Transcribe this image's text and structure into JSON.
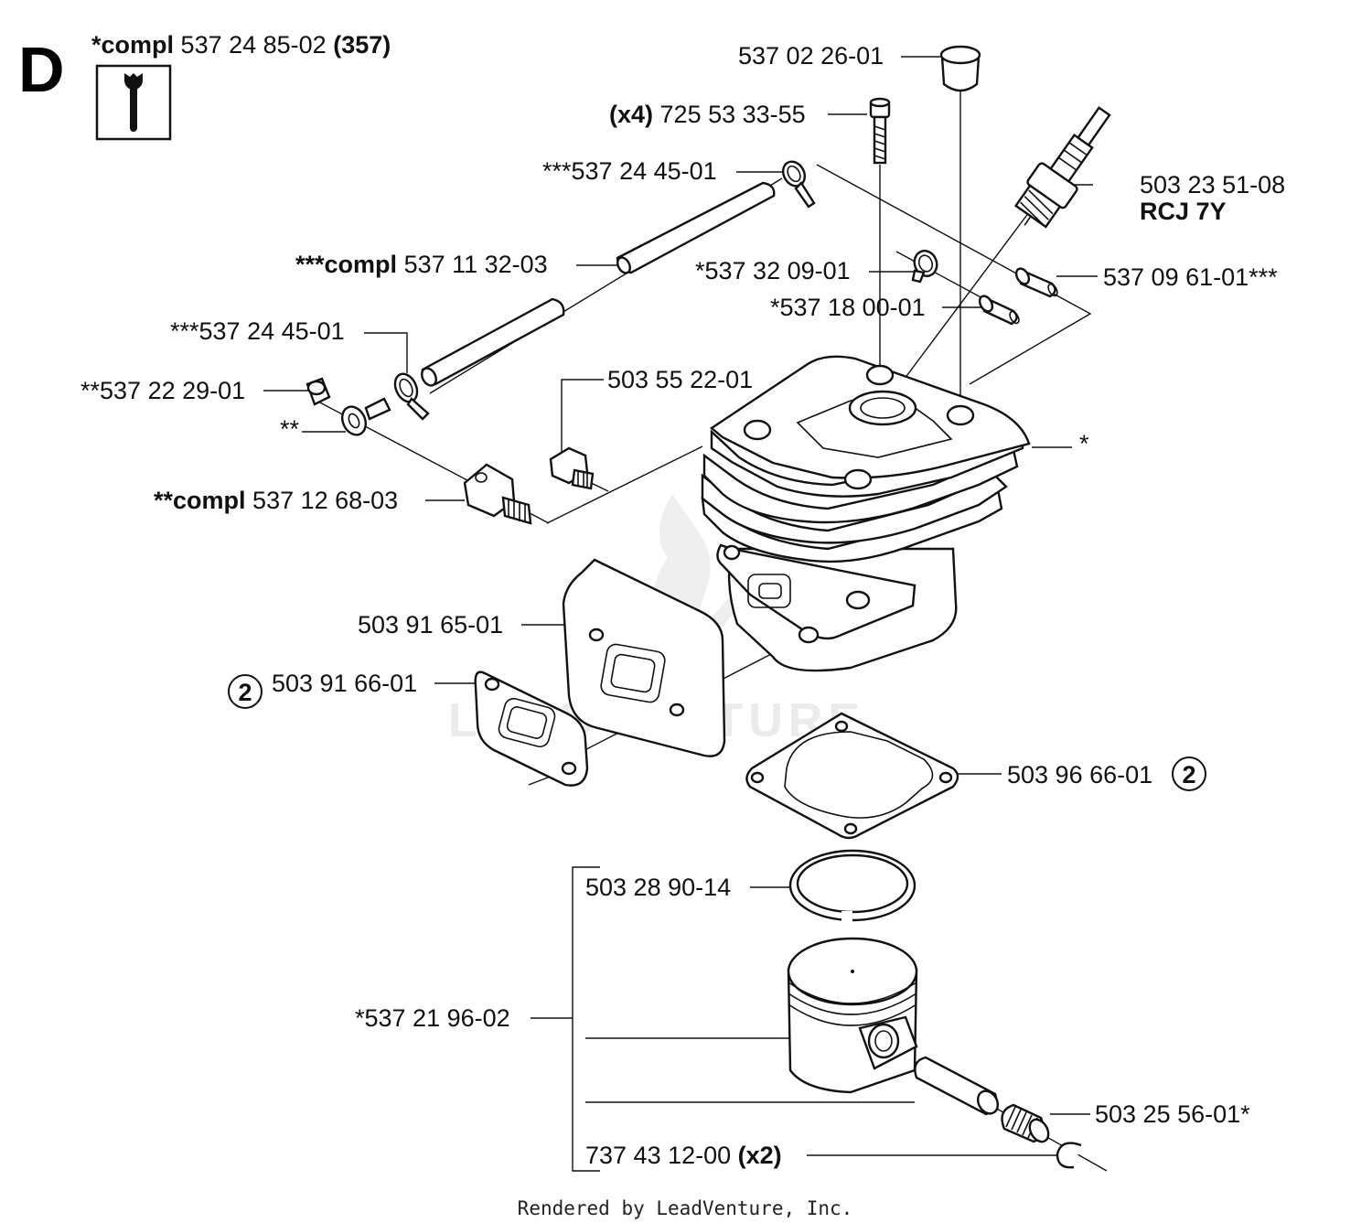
{
  "section_letter": "D",
  "header": {
    "prefix": "*compl",
    "number": "537 24 85-02",
    "suffix": "(357)"
  },
  "tool_icon": "wrench-icon",
  "labels": {
    "cap": "537 02 26-01",
    "screw_qty": "(x4)",
    "screw": "725 53 33-55",
    "clamp_top": "***537 24 45-01",
    "spark_plug": "503 23 51-08",
    "spark_plug_type": "RCJ 7Y",
    "hose_prefix": "***compl",
    "hose": "537 11 32-03",
    "clip_small": "*537 32 09-01",
    "sleeve_right": "537 09 61-01***",
    "sleeve_small": "*537 18 00-01",
    "clamp_mid": "***537 24 45-01",
    "valve": "503 55 22-01",
    "nipple": "**537 22 29-01",
    "washer": "**",
    "cylinder": "*",
    "fitting_prefix": "**compl",
    "fitting": "537 12 68-03",
    "heat_shield": "503 91 65-01",
    "gasket_exhaust": "503 91 66-01",
    "gasket_exhaust_badge": "2",
    "gasket_cyl": "503 96 66-01",
    "gasket_cyl_badge": "2",
    "ring": "503 28 90-14",
    "piston": "*537 21 96-02",
    "bearing": "503 25 56-01*",
    "circlip": "737 43 12-00",
    "circlip_qty": "(x2)"
  },
  "watermark": "LEADVENTURE",
  "footer": "Rendered by LeadVenture, Inc."
}
